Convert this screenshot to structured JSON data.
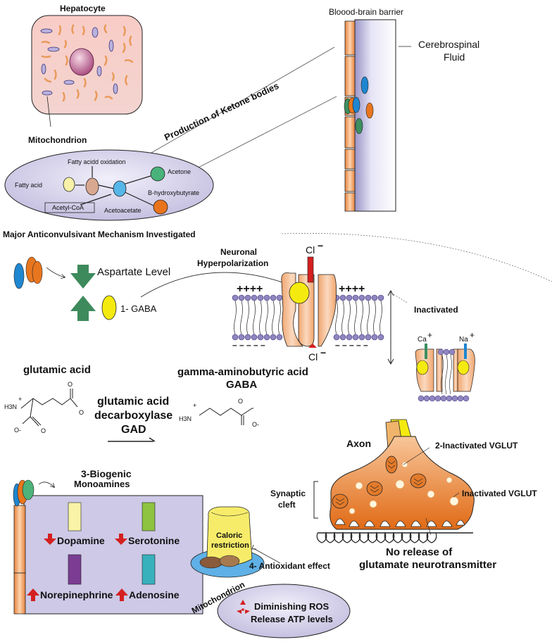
{
  "hepatocyte": {
    "title": "Hepatocyte",
    "mito_label": "Mitochondrion"
  },
  "ketone": {
    "arrow_label": "Production of Ketone bodies",
    "fatty_acid": "Fatty acid",
    "oxidation": "Fatty acidd oxidation",
    "acetone": "Acetone",
    "acetyl_coa": "Acetyl-CoA",
    "acetoacetate": "Acetoacetate",
    "bhb": "B-hydroxybutyrate"
  },
  "bbb": {
    "title": "Bloood-brain barrier",
    "csf_line1": "Cerebrospinal",
    "csf_line2": "Fluid"
  },
  "mechanism": {
    "title": "Major Anticonvulsivant Mechanism Investigated",
    "aspartate": "Aspartate Level",
    "gaba_label": "1- GABA",
    "hyper_line1": "Neuronal",
    "hyper_line2": "Hyperpolarization",
    "cl_top": "Cl",
    "cl_bottom": "Cl",
    "minus": "−",
    "plus_left": "++++",
    "plus_right": "++++",
    "minus_left": "– – – – –",
    "minus_right": "– – – – –",
    "inactivated": "Inactivated",
    "ca": "Ca",
    "na": "Na",
    "plus": "+"
  },
  "chem": {
    "glutamic_title": "glutamic acid",
    "gaba_title1": "gamma-aminobutyric acid",
    "gaba_title2": "GABA",
    "enzyme1": "glutamic acid",
    "enzyme2": "decarboxylase",
    "enzyme3": "GAD",
    "h3n": "H3N",
    "plus": "+",
    "o": "O",
    "o_minus": "O-"
  },
  "monoamines": {
    "title1": "3-Biogenic",
    "title2": "Monoamines",
    "dopamine": "Dopamine",
    "serotonine": "Serotonine",
    "norepinephrine": "Norepinephrine",
    "adenosine": "Adenosine"
  },
  "caloric": {
    "label1": "Caloric",
    "label2": "restriction",
    "antioxidant": "4- Antioxidant effect"
  },
  "mito_bottom": {
    "label": "Mitochondrion",
    "line1": "Diminishing ROS",
    "line2": "Release ATP levels"
  },
  "synapse": {
    "axon": "Axon",
    "vglut2": "2-Inactivated VGLUT",
    "vglut": "Inactivated VGLUT",
    "cleft1": "Synaptic",
    "cleft2": "cleft",
    "no_release1": "No release of",
    "no_release2": "glutamate neurotransmitter"
  },
  "colors": {
    "orange": "#e8761e",
    "blue": "#1f86d0",
    "green": "#3d8f60",
    "yellow": "#f5ea10",
    "lavender": "#cdc9e6",
    "peach": "#f3b88d",
    "arrow_green": "#3d8a5c",
    "red": "#d42020"
  }
}
